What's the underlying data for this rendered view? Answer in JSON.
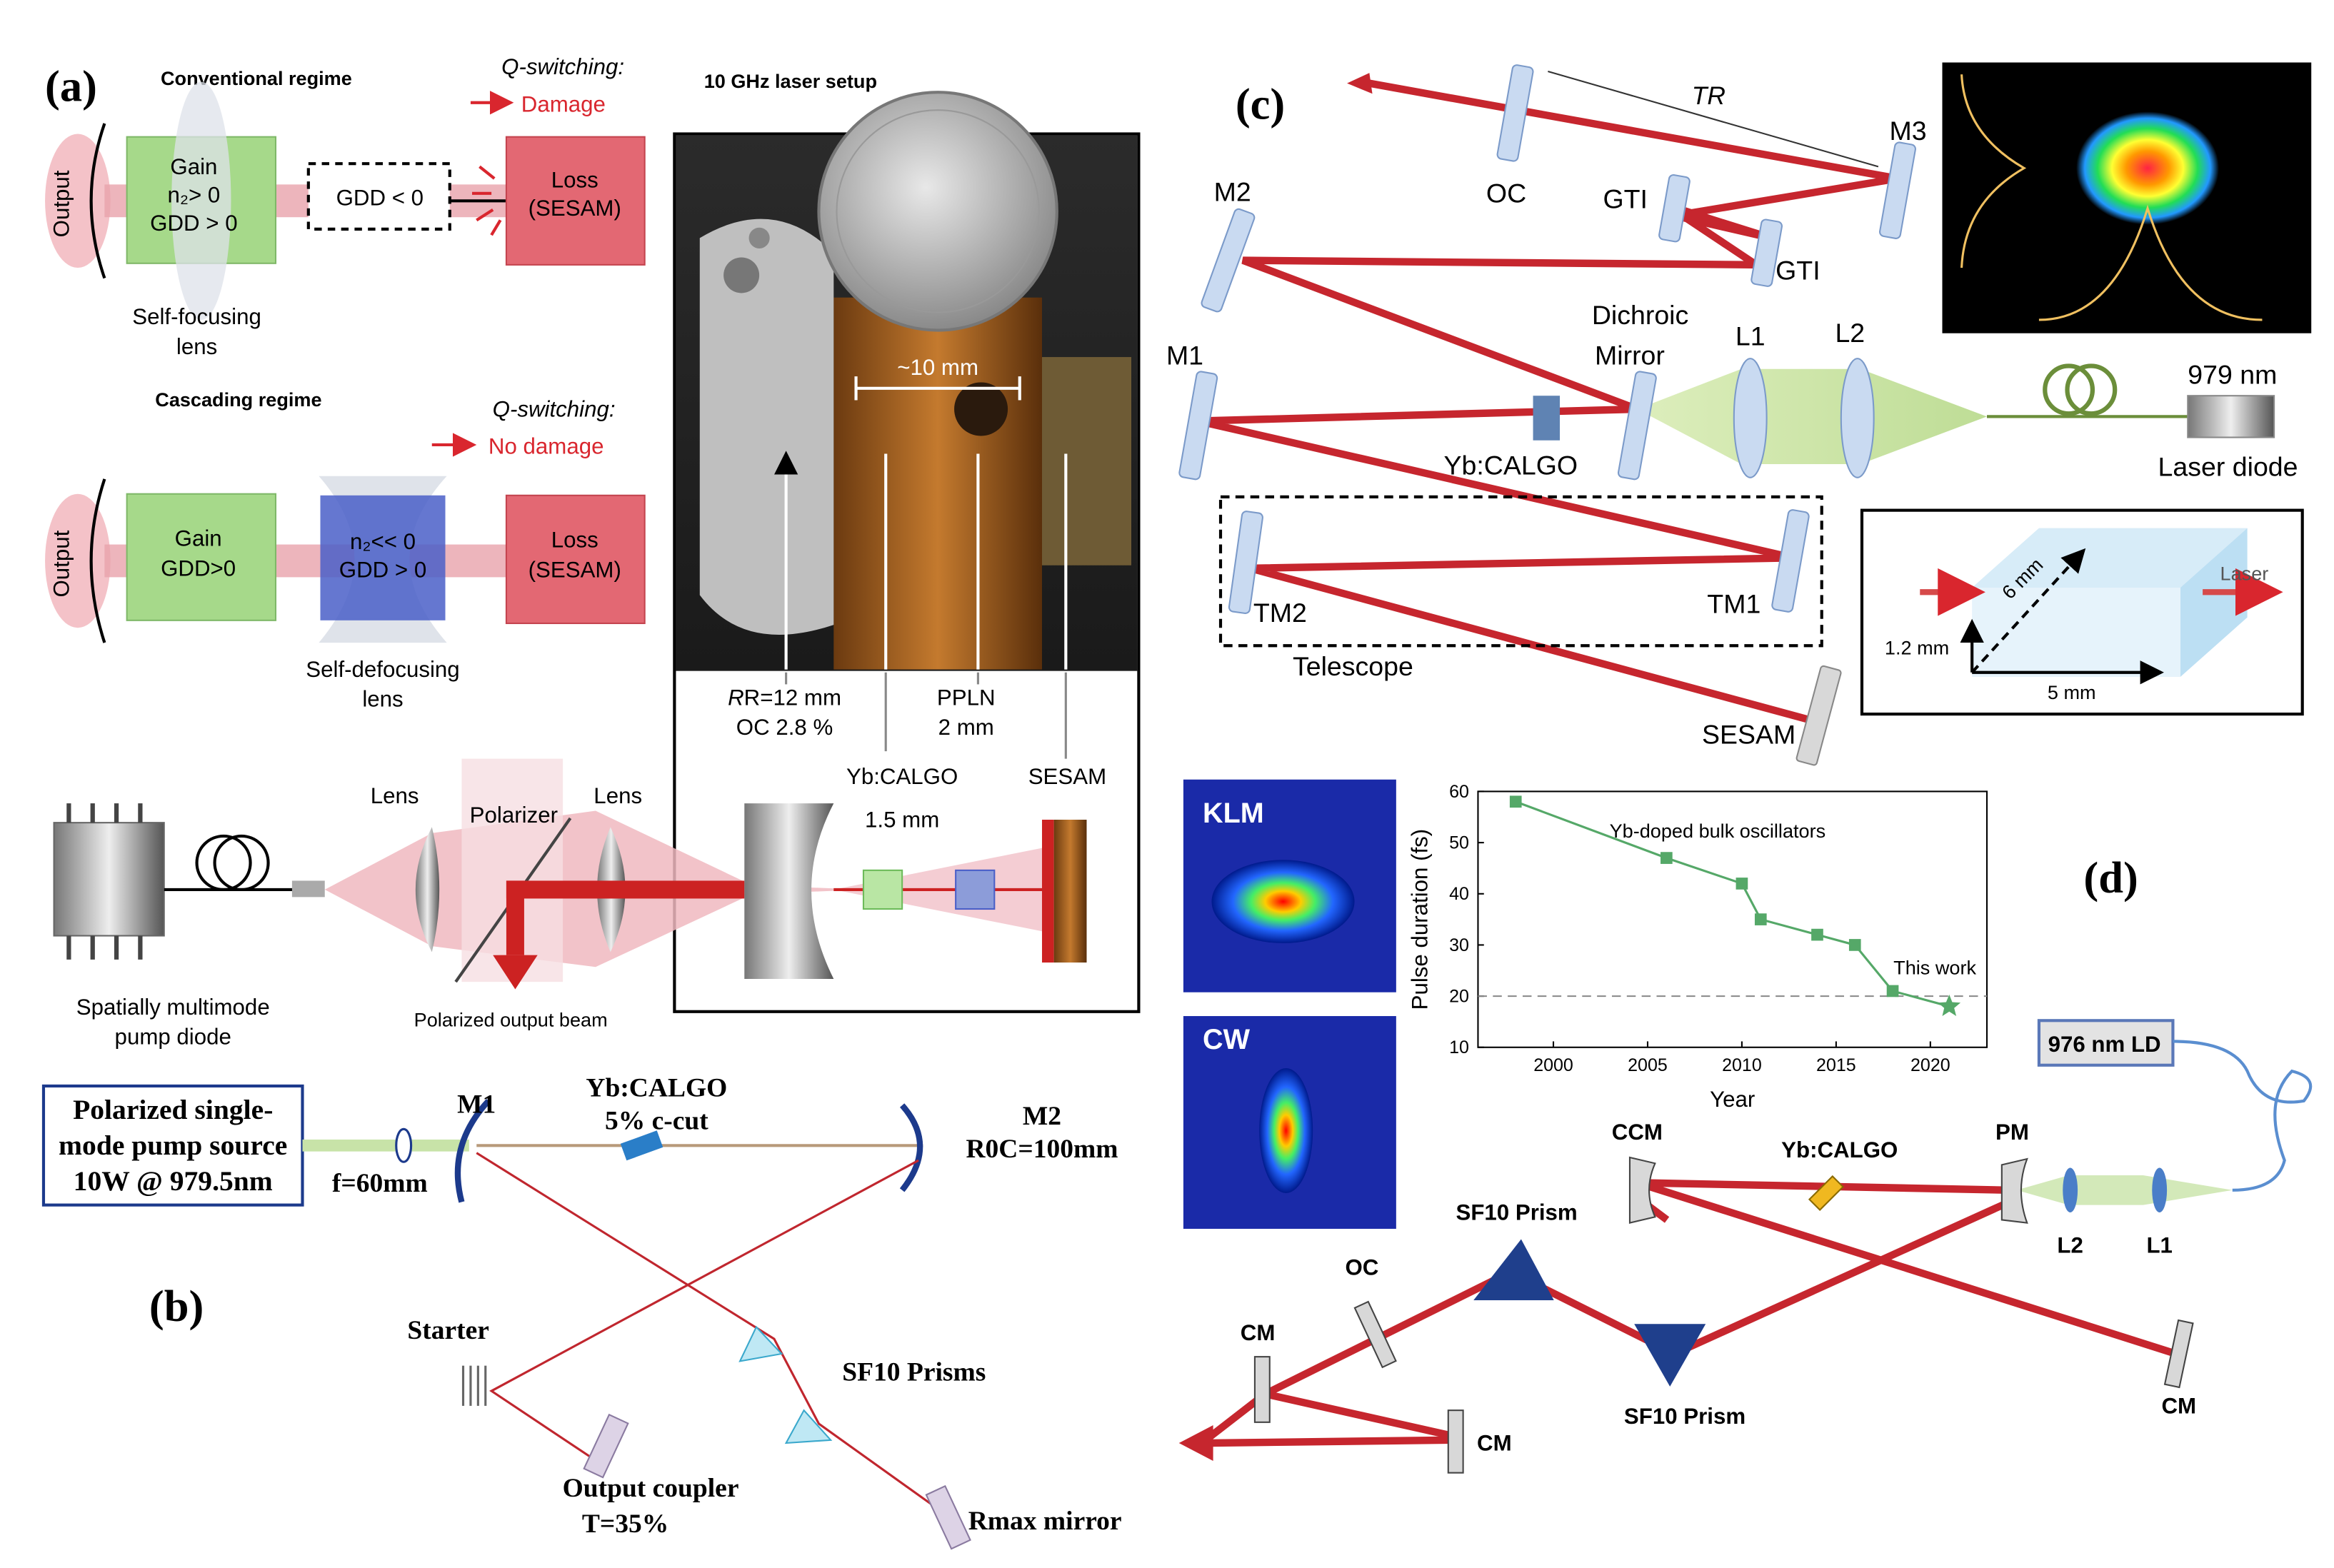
{
  "panel_a": {
    "label": "(a)",
    "conventional_title": "Conventional regime",
    "qswitch_1": "Q-switching:",
    "damage": "Damage",
    "output": "Output",
    "gain_1": "Gain",
    "n2_pos": "n₂> 0",
    "gdd_pos": "GDD > 0",
    "gdd_neg": "GDD < 0",
    "loss": "Loss",
    "sesam_paren": "(SESAM)",
    "self_focusing_1": "Self-focusing",
    "lens_word": "lens",
    "cascading_title": "Cascading regime",
    "qswitch_2": "Q-switching:",
    "no_damage": "No damage",
    "gain_2": "Gain",
    "gdd_pos2": "GDD>0",
    "n2_neg": "n₂<< 0",
    "gdd_pos3": "GDD > 0",
    "self_defocusing": "Self-defocusing",
    "setup_title": "10 GHz laser setup",
    "ten_mm": "~10 mm",
    "r_label": "R=12 mm",
    "oc_label": "OC 2.8 %",
    "ppln": "PPLN",
    "two_mm": "2 mm",
    "ybcalgo": "Yb:CALGO",
    "one_five_mm": "1.5 mm",
    "sesam": "SESAM",
    "lens": "Lens",
    "polarizer": "Polarizer",
    "pump_1": "Spatially multimode",
    "pump_2": "pump diode",
    "polarized_output": "Polarized output beam"
  },
  "panel_b": {
    "label": "(b)",
    "source_1": "Polarized single-",
    "source_2": "mode pump source",
    "source_3": "10W @ 979.5nm",
    "f": "f=60mm",
    "m1": "M1",
    "crystal": "Yb:CALGO",
    "cut": "5% c-cut",
    "m2": "M2",
    "roc": "R0C=100mm",
    "starter": "Starter",
    "prisms": "SF10 Prisms",
    "oc_1": "Output coupler",
    "oc_2": "T=35%",
    "rmax": "Rmax mirror"
  },
  "panel_c": {
    "label": "(c)",
    "tr": "TR",
    "oc": "OC",
    "m3": "M3",
    "m2": "M2",
    "gti": "GTI",
    "m1": "M1",
    "dichroic_1": "Dichroic",
    "dichroic_2": "Mirror",
    "l1": "L1",
    "l2": "L2",
    "wavelength": "979 nm",
    "ybcalgo": "Yb:CALGO",
    "laser_diode": "Laser diode",
    "tm2": "TM2",
    "tm1": "TM1",
    "telescope": "Telescope",
    "sesam": "SESAM",
    "inset_laser": "Laser",
    "inset_6mm": "6 mm",
    "inset_12mm": "1.2 mm",
    "inset_5mm": "5 mm"
  },
  "panel_d": {
    "label": "(d)",
    "klm": "KLM",
    "cw": "CW",
    "ld": "976 nm LD",
    "ccm": "CCM",
    "ybcalgo": "Yb:CALGO",
    "pm": "PM",
    "sf10_1": "SF10 Prism",
    "sf10_2": "SF10 Prism",
    "oc": "OC",
    "l2": "L2",
    "l1": "L1",
    "cm": "CM"
  },
  "chart_data": {
    "type": "line",
    "title": "",
    "annotation_title": "Yb-doped bulk oscillators",
    "annotation_point": "This work",
    "xlabel": "Year",
    "ylabel": "Pulse duration (fs)",
    "xlim": [
      1996,
      2023
    ],
    "ylim": [
      10,
      60
    ],
    "xticks": [
      2000,
      2005,
      2010,
      2015,
      2020
    ],
    "yticks": [
      10,
      20,
      30,
      40,
      50,
      60
    ],
    "reference_line_y": 20,
    "series": [
      {
        "x": [
          1998,
          2006,
          2010,
          2011,
          2014,
          2016,
          2018
        ],
        "y": [
          58,
          47,
          42,
          35,
          32,
          30,
          21
        ],
        "color": "#55a868"
      }
    ],
    "this_work": {
      "x": 2021,
      "y": 18
    }
  }
}
